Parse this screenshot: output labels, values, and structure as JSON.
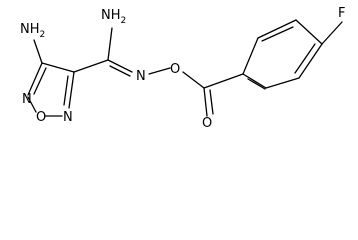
{
  "atoms": {
    "nh2_top_left": "NH",
    "nh2_top_left_sub": "2",
    "nh2_amidine": "NH",
    "nh2_amidine_sub": "2",
    "ring_o": "O",
    "ring_n_left": "N",
    "ring_n_right": "N",
    "imine_n": "N",
    "ester_o_link": "O",
    "carbonyl_o": "O",
    "fluorine": "F"
  },
  "colors": {
    "bond": "#000000",
    "label": "#000000",
    "background": "#ffffff"
  }
}
